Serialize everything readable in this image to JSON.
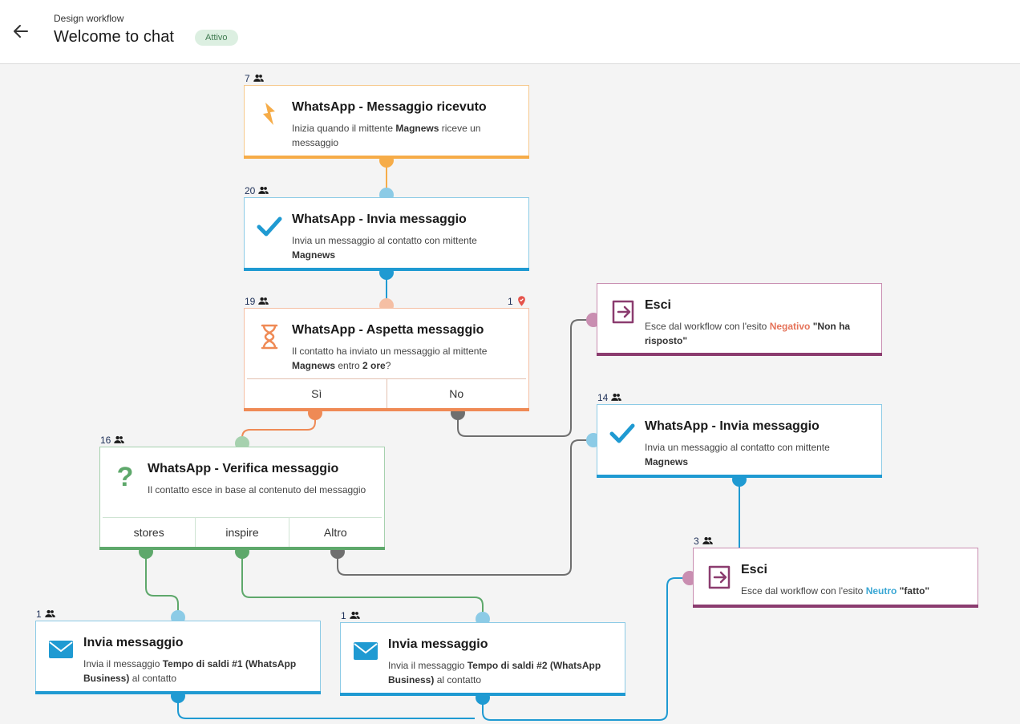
{
  "header": {
    "breadcrumb": "Design workflow",
    "title": "Welcome to chat",
    "status_badge": "Attivo"
  },
  "nodes": {
    "trigger": {
      "count": "7",
      "title": "WhatsApp - Messaggio ricevuto",
      "desc_pre": "Inizia quando il mittente ",
      "desc_bold": "Magnews",
      "desc_post": " riceve un messaggio",
      "color": "#f6ac48"
    },
    "send1": {
      "count": "20",
      "title": "WhatsApp - Invia messaggio",
      "desc_pre": "Invia un messaggio al contatto con mittente ",
      "desc_bold": "Magnews",
      "color": "#1f9ad2"
    },
    "wait": {
      "count": "19",
      "alert_count": "1",
      "title": "WhatsApp - Aspetta messaggio",
      "desc_pre": "Il contatto ha inviato un messaggio al mittente ",
      "desc_bold": "Magnews",
      "desc_mid": " entro ",
      "desc_bold2": "2 ore",
      "desc_post": "?",
      "branches": [
        "Sì",
        "No"
      ],
      "color": "#ef8a55"
    },
    "exit1": {
      "title": "Esci",
      "desc_pre": "Esce dal workflow con l'esito ",
      "outcome": "Negativo",
      "desc_quote": "\"Non ha risposto\"",
      "color": "#8b3c6f"
    },
    "send2": {
      "count": "14",
      "title": "WhatsApp - Invia messaggio",
      "desc_pre": "Invia un messaggio al contatto con mittente ",
      "desc_bold": "Magnews",
      "color": "#1f9ad2"
    },
    "verify": {
      "count": "16",
      "title": "WhatsApp - Verifica messaggio",
      "desc": "Il contatto esce in base al contenuto del messaggio",
      "branches": [
        "stores",
        "inspire",
        "Altro"
      ],
      "color": "#5ea86b"
    },
    "exit2": {
      "count": "3",
      "title": "Esci",
      "desc_pre": "Esce dal workflow con l'esito ",
      "outcome": "Neutro",
      "desc_quote": "\"fatto\"",
      "color": "#8b3c6f"
    },
    "msg1": {
      "count": "1",
      "title": "Invia messaggio",
      "desc_pre": "Invia il messaggio ",
      "desc_bold": "Tempo di saldi #1 (WhatsApp Business)",
      "desc_post": " al contatto",
      "color": "#1f9ad2"
    },
    "msg2": {
      "count": "1",
      "title": "Invia messaggio",
      "desc_pre": "Invia il messaggio ",
      "desc_bold": "Tempo di saldi #2 (WhatsApp Business)",
      "desc_post": " al contatto",
      "color": "#1f9ad2"
    }
  },
  "colors": {
    "trigger": "#f6ac48",
    "send": "#1f9ad2",
    "wait": "#ef8a55",
    "exit": "#8b3c6f",
    "verify": "#5ea86b",
    "grey": "#6f6f6f",
    "accent_light": "#8ccbe6"
  },
  "icons": [
    "back-arrow-icon",
    "lightning-icon",
    "checkmark-icon",
    "hourglass-icon",
    "exit-icon",
    "question-icon",
    "envelope-icon",
    "people-icon",
    "alert-pin-icon"
  ]
}
